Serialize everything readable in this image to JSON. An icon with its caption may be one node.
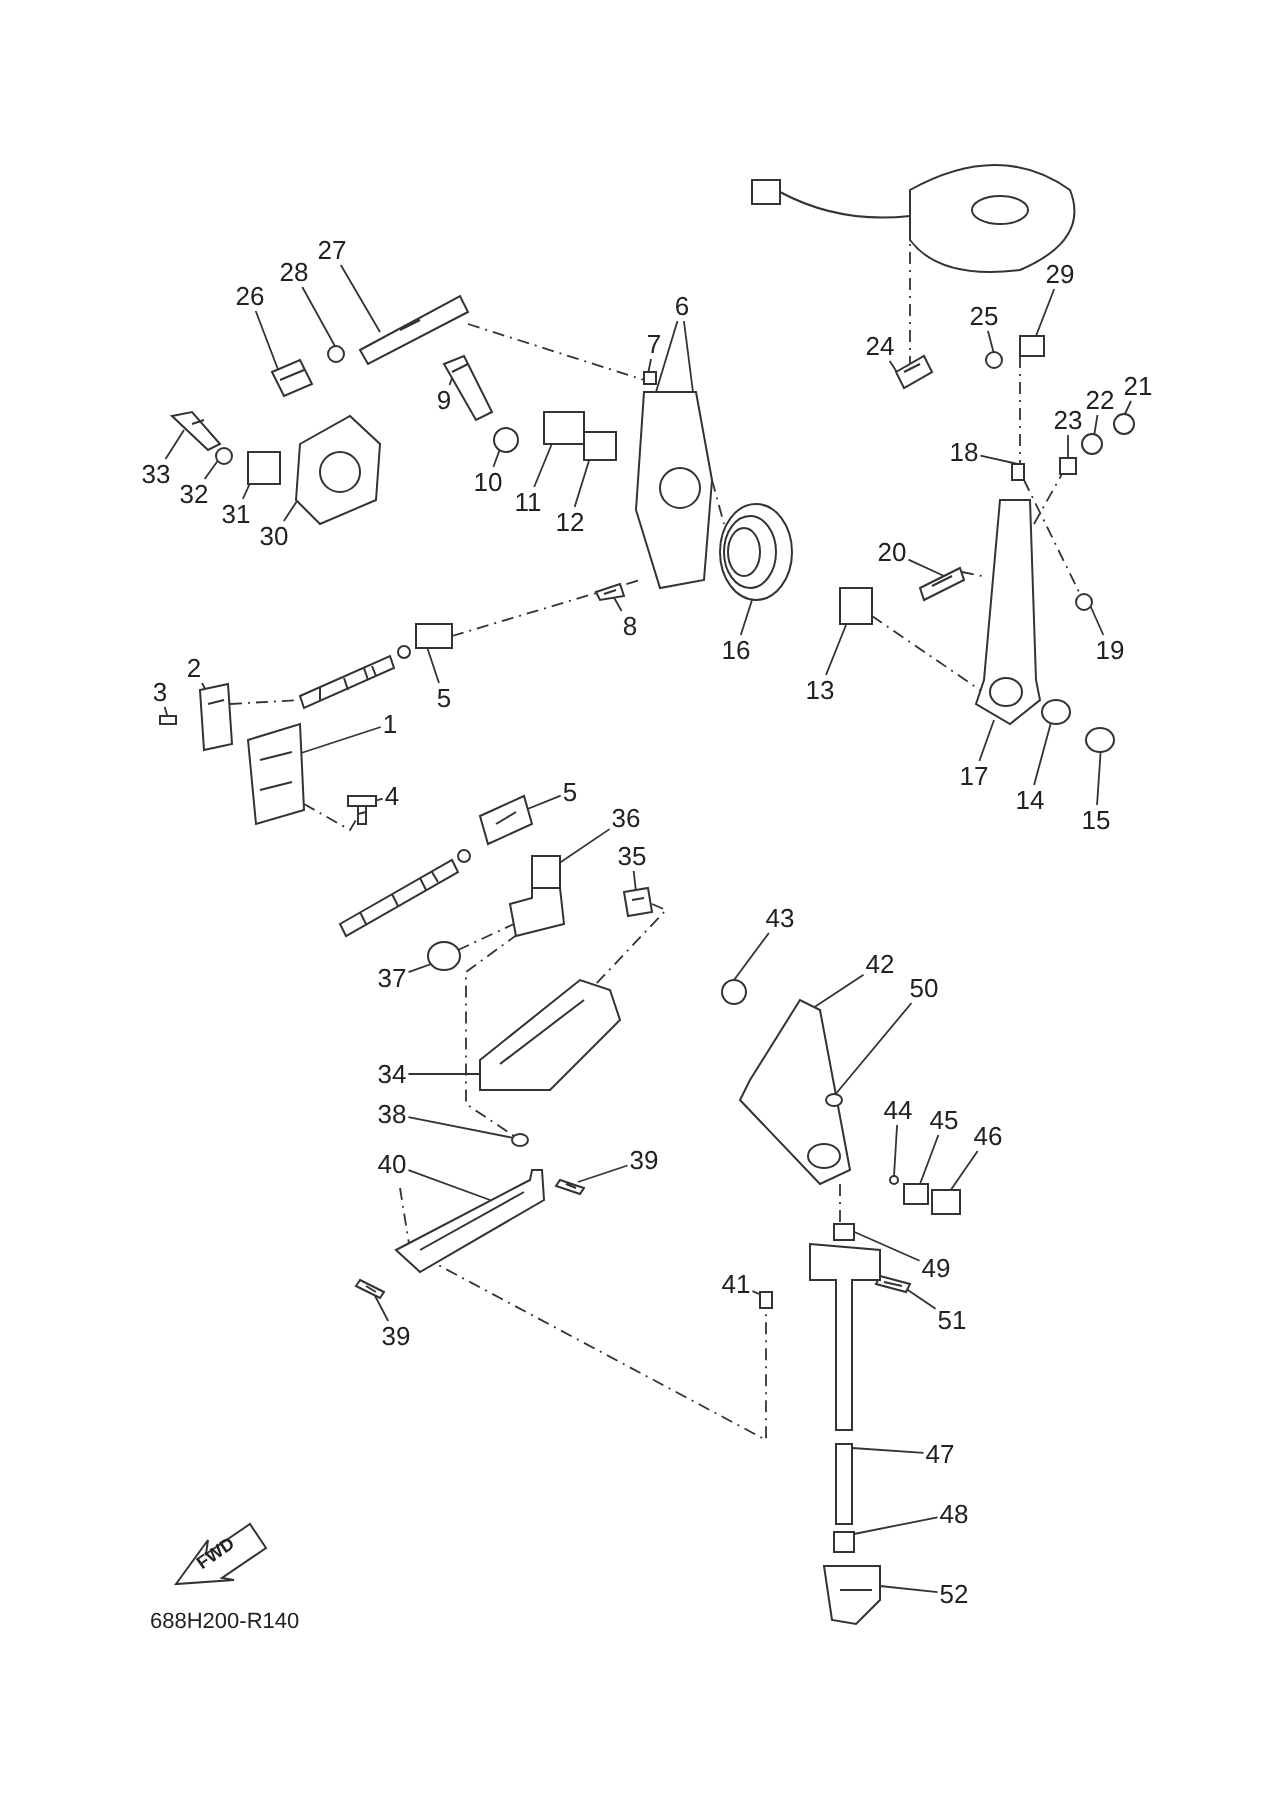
{
  "diagram": {
    "nodes": [
      {
        "text": [
          "1"
        ]
      },
      {
        "text": [
          "2"
        ]
      },
      {
        "text": [
          "3"
        ]
      },
      {
        "text": [
          "4"
        ]
      },
      {
        "text": [
          "5"
        ]
      },
      {
        "text": [
          "6"
        ]
      },
      {
        "text": [
          "7"
        ]
      },
      {
        "text": [
          "8"
        ]
      },
      {
        "text": [
          "9"
        ]
      },
      {
        "text": [
          "10"
        ]
      },
      {
        "text": [
          "11"
        ]
      },
      {
        "text": [
          "12"
        ]
      },
      {
        "text": [
          "13"
        ]
      },
      {
        "text": [
          "14"
        ]
      },
      {
        "text": [
          "15"
        ]
      },
      {
        "text": [
          "16"
        ]
      },
      {
        "text": [
          "17"
        ]
      },
      {
        "text": [
          "18"
        ]
      },
      {
        "text": [
          "19"
        ]
      },
      {
        "text": [
          "20"
        ]
      },
      {
        "text": [
          "21"
        ]
      },
      {
        "text": [
          "22"
        ]
      },
      {
        "text": [
          "23"
        ]
      },
      {
        "text": [
          "24"
        ]
      },
      {
        "text": [
          "25"
        ]
      },
      {
        "text": [
          "26"
        ]
      },
      {
        "text": [
          "27"
        ]
      },
      {
        "text": [
          "28"
        ]
      },
      {
        "text": [
          "29"
        ]
      },
      {
        "text": [
          "30"
        ]
      },
      {
        "text": [
          "31"
        ]
      },
      {
        "text": [
          "32"
        ]
      },
      {
        "text": [
          "33"
        ]
      },
      {
        "text": [
          "5"
        ]
      },
      {
        "text": [
          "36"
        ]
      },
      {
        "text": [
          "35"
        ]
      },
      {
        "text": [
          "37"
        ]
      },
      {
        "text": [
          "34"
        ]
      },
      {
        "text": [
          "38"
        ]
      },
      {
        "text": [
          "39"
        ]
      },
      {
        "text": [
          "40"
        ]
      },
      {
        "text": [
          "39"
        ]
      },
      {
        "text": [
          "41"
        ]
      },
      {
        "text": [
          "43"
        ]
      },
      {
        "text": [
          "42"
        ]
      },
      {
        "text": [
          "50"
        ]
      },
      {
        "text": [
          "44"
        ]
      },
      {
        "text": [
          "45"
        ]
      },
      {
        "text": [
          "46"
        ]
      },
      {
        "text": [
          "49"
        ]
      },
      {
        "text": [
          "51"
        ]
      },
      {
        "text": [
          "47"
        ]
      },
      {
        "text": [
          "48"
        ]
      },
      {
        "text": [
          "52"
        ]
      },
      {
        "text": [],
        "shape": "picture"
      },
      {
        "text": [],
        "shape": "picture"
      },
      {
        "text": [],
        "shape": "box"
      },
      {
        "text": [],
        "shape": "picture"
      },
      {
        "text": [],
        "shape": "box"
      },
      {
        "text": [],
        "shape": "picture"
      },
      {
        "text": [],
        "shape": "box"
      },
      {
        "text": [],
        "shape": "picture"
      },
      {
        "text": [],
        "shape": "picture"
      },
      {
        "text": [],
        "shape": "circle"
      },
      {
        "text": [],
        "shape": "box"
      },
      {
        "text": [],
        "shape": "box"
      },
      {
        "text": [],
        "shape": "box"
      },
      {
        "text": [],
        "shape": "circle"
      },
      {
        "text": [],
        "shape": "circle"
      },
      {
        "text": [],
        "shape": "picture"
      },
      {
        "text": [],
        "shape": "picture"
      },
      {
        "text": [],
        "shape": "box"
      },
      {
        "text": [],
        "shape": "circle"
      },
      {
        "text": [],
        "shape": "picture"
      },
      {
        "text": [],
        "shape": "circle"
      },
      {
        "text": [],
        "shape": "circle"
      },
      {
        "text": [],
        "shape": "box"
      },
      {
        "text": [],
        "shape": "picture"
      },
      {
        "text": [],
        "shape": "circle"
      },
      {
        "text": [],
        "shape": "picture"
      },
      {
        "text": [],
        "shape": "picture"
      },
      {
        "text": [],
        "shape": "circle"
      },
      {
        "text": [],
        "shape": "box"
      },
      {
        "text": [],
        "shape": "picture"
      },
      {
        "text": [],
        "shape": "box"
      },
      {
        "text": [],
        "shape": "circle"
      },
      {
        "text": [],
        "shape": "picture"
      },
      {
        "text": [],
        "shape": "picture"
      },
      {
        "text": [],
        "shape": "picture"
      },
      {
        "text": [],
        "shape": "picture"
      },
      {
        "text": [],
        "shape": "circle"
      },
      {
        "text": [],
        "shape": "picture"
      },
      {
        "text": [],
        "shape": "circle"
      },
      {
        "text": [],
        "shape": "picture"
      },
      {
        "text": [],
        "shape": "picture"
      },
      {
        "text": [],
        "shape": "picture"
      },
      {
        "text": [],
        "shape": "box"
      },
      {
        "text": [],
        "shape": "circle"
      },
      {
        "text": [],
        "shape": "picture"
      },
      {
        "text": [],
        "shape": "circle",
        "in": 98
      },
      {
        "text": [],
        "shape": "circle"
      },
      {
        "text": [],
        "shape": "box"
      },
      {
        "text": [],
        "shape": "box"
      },
      {
        "text": [],
        "shape": "box"
      },
      {
        "text": [],
        "shape": "picture"
      },
      {
        "text": [],
        "shape": "box"
      },
      {
        "text": [],
        "shape": "box"
      },
      {
        "text": [],
        "shape": "picture"
      },
      {
        "text": [],
        "shape": "picture"
      },
      {
        "text": [],
        "shape": "picture"
      },
      {
        "text": [],
        "shape": "picture"
      },
      {
        "text": [],
        "shape": "picture"
      }
    ],
    "edges": [
      {
        "from": 0,
        "to": 54,
        "arrow": "none"
      },
      {
        "from": 1,
        "to": 55,
        "arrow": "none"
      },
      {
        "from": 2,
        "to": 56,
        "arrow": "none"
      },
      {
        "from": 3,
        "to": 57,
        "arrow": "none"
      },
      {
        "from": 4,
        "to": 58,
        "arrow": "none"
      },
      {
        "from": 5,
        "to": 59,
        "arrow": "none"
      },
      {
        "from": 5,
        "to": 59,
        "arrow": "none"
      },
      {
        "from": 6,
        "to": 60,
        "arrow": "none"
      },
      {
        "from": 7,
        "to": 61,
        "arrow": "none"
      },
      {
        "from": 8,
        "to": 62,
        "arrow": "none"
      },
      {
        "from": 9,
        "to": 63,
        "arrow": "none"
      },
      {
        "from": 10,
        "to": 64,
        "arrow": "none"
      },
      {
        "from": 11,
        "to": 65,
        "arrow": "none"
      },
      {
        "from": 12,
        "to": 66,
        "arrow": "none"
      },
      {
        "from": 13,
        "to": 67,
        "arrow": "none"
      },
      {
        "from": 14,
        "to": 68,
        "arrow": "none"
      },
      {
        "from": 15,
        "to": 69,
        "arrow": "none"
      },
      {
        "from": 16,
        "to": 70,
        "arrow": "none"
      },
      {
        "from": 17,
        "to": 71,
        "arrow": "none"
      },
      {
        "from": 18,
        "to": 72,
        "arrow": "none"
      },
      {
        "from": 19,
        "to": 73,
        "arrow": "none"
      },
      {
        "from": 20,
        "to": 74,
        "arrow": "none"
      },
      {
        "from": 21,
        "to": 75,
        "arrow": "none"
      },
      {
        "from": 22,
        "to": 76,
        "arrow": "none"
      },
      {
        "from": 23,
        "to": 77,
        "arrow": "none"
      },
      {
        "from": 24,
        "to": 78,
        "arrow": "none"
      },
      {
        "from": 25,
        "to": 79,
        "arrow": "none"
      },
      {
        "from": 26,
        "to": 80,
        "arrow": "none"
      },
      {
        "from": 27,
        "to": 81,
        "arrow": "none"
      },
      {
        "from": 28,
        "to": 82,
        "arrow": "none"
      },
      {
        "from": 29,
        "to": 83,
        "arrow": "none"
      },
      {
        "from": 30,
        "to": 84,
        "arrow": "none"
      },
      {
        "from": 31,
        "to": 85,
        "arrow": "none"
      },
      {
        "from": 32,
        "to": 86,
        "arrow": "none"
      },
      {
        "from": 33,
        "to": 87,
        "arrow": "none"
      },
      {
        "from": 34,
        "to": 88,
        "arrow": "none"
      },
      {
        "from": 35,
        "to": 89,
        "arrow": "none"
      },
      {
        "from": 36,
        "to": 90,
        "arrow": "none"
      },
      {
        "from": 37,
        "to": 91,
        "arrow": "none"
      },
      {
        "from": 38,
        "to": 92,
        "arrow": "none"
      },
      {
        "from": 39,
        "to": 93,
        "arrow": "none"
      },
      {
        "from": 40,
        "to": 94,
        "arrow": "none"
      },
      {
        "from": 41,
        "to": 95,
        "arrow": "none"
      },
      {
        "from": 42,
        "to": 96,
        "arrow": "none"
      },
      {
        "from": 43,
        "to": 97,
        "arrow": "none"
      },
      {
        "from": 44,
        "to": 98,
        "arrow": "none"
      },
      {
        "from": 45,
        "to": 99,
        "arrow": "none"
      },
      {
        "from": 46,
        "to": 100,
        "arrow": "none"
      },
      {
        "from": 47,
        "to": 101,
        "arrow": "none"
      },
      {
        "from": 48,
        "to": 102,
        "arrow": "none"
      },
      {
        "from": 49,
        "to": 103,
        "arrow": "none"
      },
      {
        "from": 50,
        "to": 104,
        "arrow": "none"
      },
      {
        "from": 51,
        "to": 105,
        "arrow": "none"
      },
      {
        "from": 52,
        "to": 106,
        "arrow": "none"
      },
      {
        "from": 53,
        "to": 107,
        "arrow": "none"
      },
      {
        "from": 80,
        "to": 60,
        "arrow": "none",
        "style": "dashed"
      },
      {
        "from": 58,
        "to": 59,
        "arrow": "none",
        "style": "dashed"
      },
      {
        "from": 55,
        "to": 108,
        "arrow": "none",
        "style": "dashed"
      },
      {
        "from": 59,
        "to": 69,
        "arrow": "none",
        "style": "dashed"
      },
      {
        "from": 66,
        "to": 70,
        "arrow": "none",
        "style": "dashed"
      },
      {
        "from": 54,
        "to": 57,
        "arrow": "none",
        "style": "dashed"
      },
      {
        "from": 88,
        "to": 92,
        "arrow": "none",
        "style": "dashed"
      },
      {
        "from": 90,
        "to": 88,
        "arrow": "none",
        "style": "dashed"
      },
      {
        "from": 89,
        "to": 91,
        "arrow": "none",
        "style": "dashed"
      },
      {
        "from": 94,
        "to": 96,
        "arrow": "none",
        "style": "dashed"
      },
      {
        "from": 98,
        "to": 103,
        "arrow": "none",
        "style": "dashed"
      },
      {
        "from": 77,
        "to": 110,
        "arrow": "none",
        "style": "dashed"
      },
      {
        "from": 82,
        "to": 71,
        "arrow": "none",
        "style": "dashed"
      },
      {
        "from": 73,
        "to": 70,
        "arrow": "none",
        "style": "dashed"
      },
      {
        "from": 71,
        "to": 72,
        "arrow": "none",
        "style": "dashed"
      },
      {
        "from": 70,
        "to": 76,
        "arrow": "none",
        "style": "dashed"
      }
    ],
    "labels": [
      "FWD",
      "688H200-R140"
    ]
  }
}
